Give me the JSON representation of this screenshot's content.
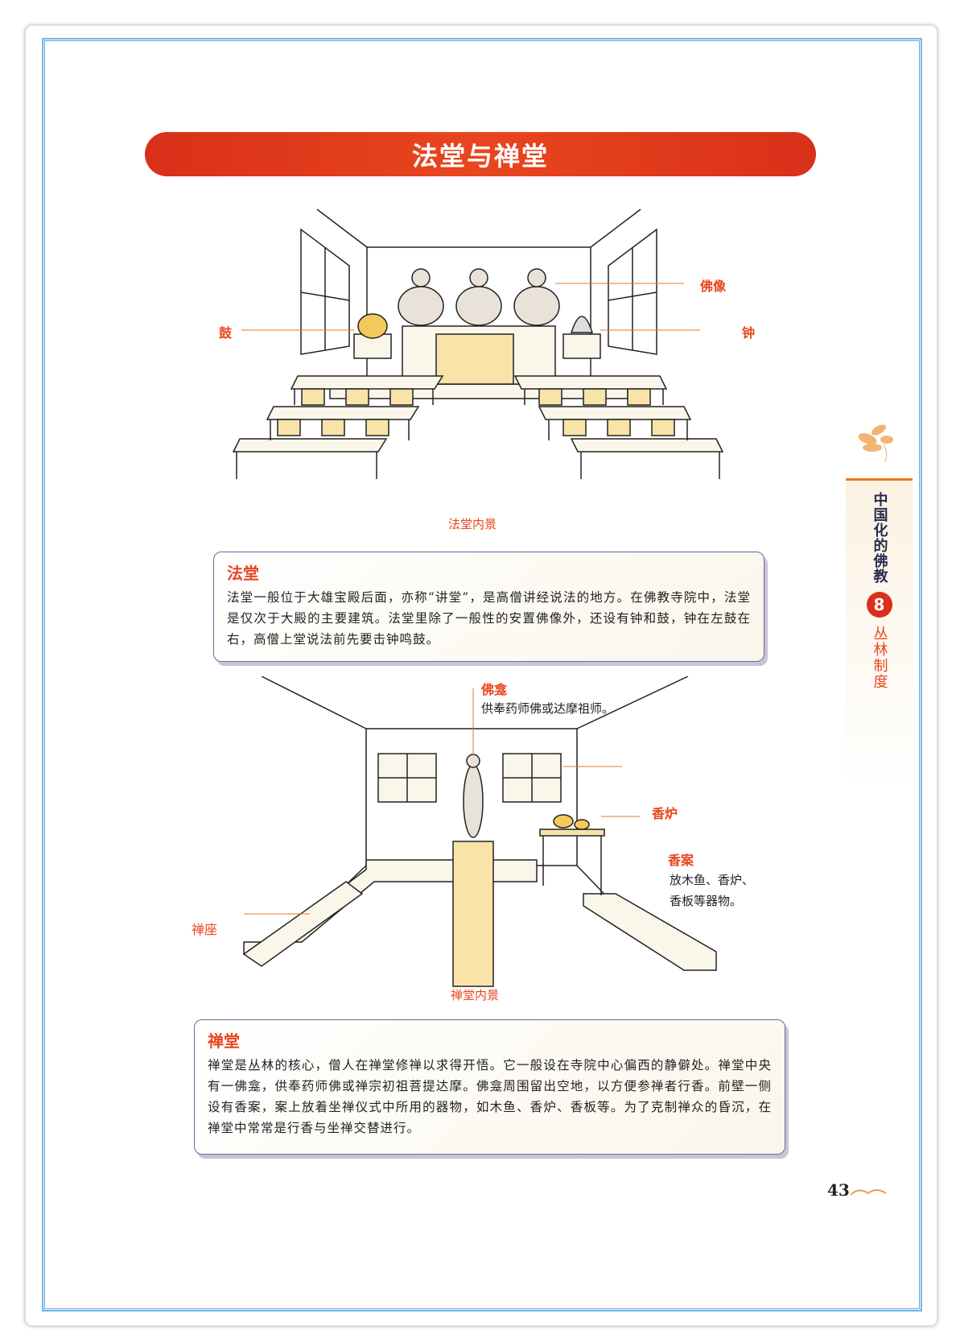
{
  "banner": {
    "title": "法堂与禅堂"
  },
  "fatang_illustration": {
    "caption": "法堂内景",
    "labels": {
      "buddha_statues": "佛像",
      "drum": "鼓",
      "bell": "钟"
    }
  },
  "fatang_box": {
    "heading": "法堂",
    "text": "法堂一般位于大雄宝殿后面，亦称“讲堂”，是高僧讲经说法的地方。在佛教寺院中，法堂是仅次于大殿的主要建筑。法堂里除了一般性的安置佛像外，还设有钟和鼓，钟在左鼓在右，高僧上堂说法前先要击钟鸣鼓。"
  },
  "chantang_illustration": {
    "caption": "禅堂内景",
    "labels": {
      "shrine": "佛龛",
      "shrine_note": "供奉药师佛或达摩祖师。",
      "censer": "香炉",
      "incense_table": "香案",
      "incense_table_note1": "放木鱼、香炉、",
      "incense_table_note2": "香板等器物。",
      "meditation_seat": "禅座"
    }
  },
  "chantang_box": {
    "heading": "禅堂",
    "text": "禅堂是丛林的核心，僧人在禅堂修禅以求得开悟。它一般设在寺院中心偏西的静僻处。禅堂中央有一佛龛，供奉药师佛或禅宗初祖菩提达摩。佛龛周围留出空地，以方便参禅者行香。前壁一侧设有香案，案上放着坐禅仪式中所用的器物，如木鱼、香炉、香板等。为了克制禅众的昏沉，在禅堂中常常是行香与坐禅交替进行。"
  },
  "sidebar": {
    "book": "中国化的佛教",
    "chapter_number": "8",
    "chapter": "丛林制度"
  },
  "page_number": "43"
}
